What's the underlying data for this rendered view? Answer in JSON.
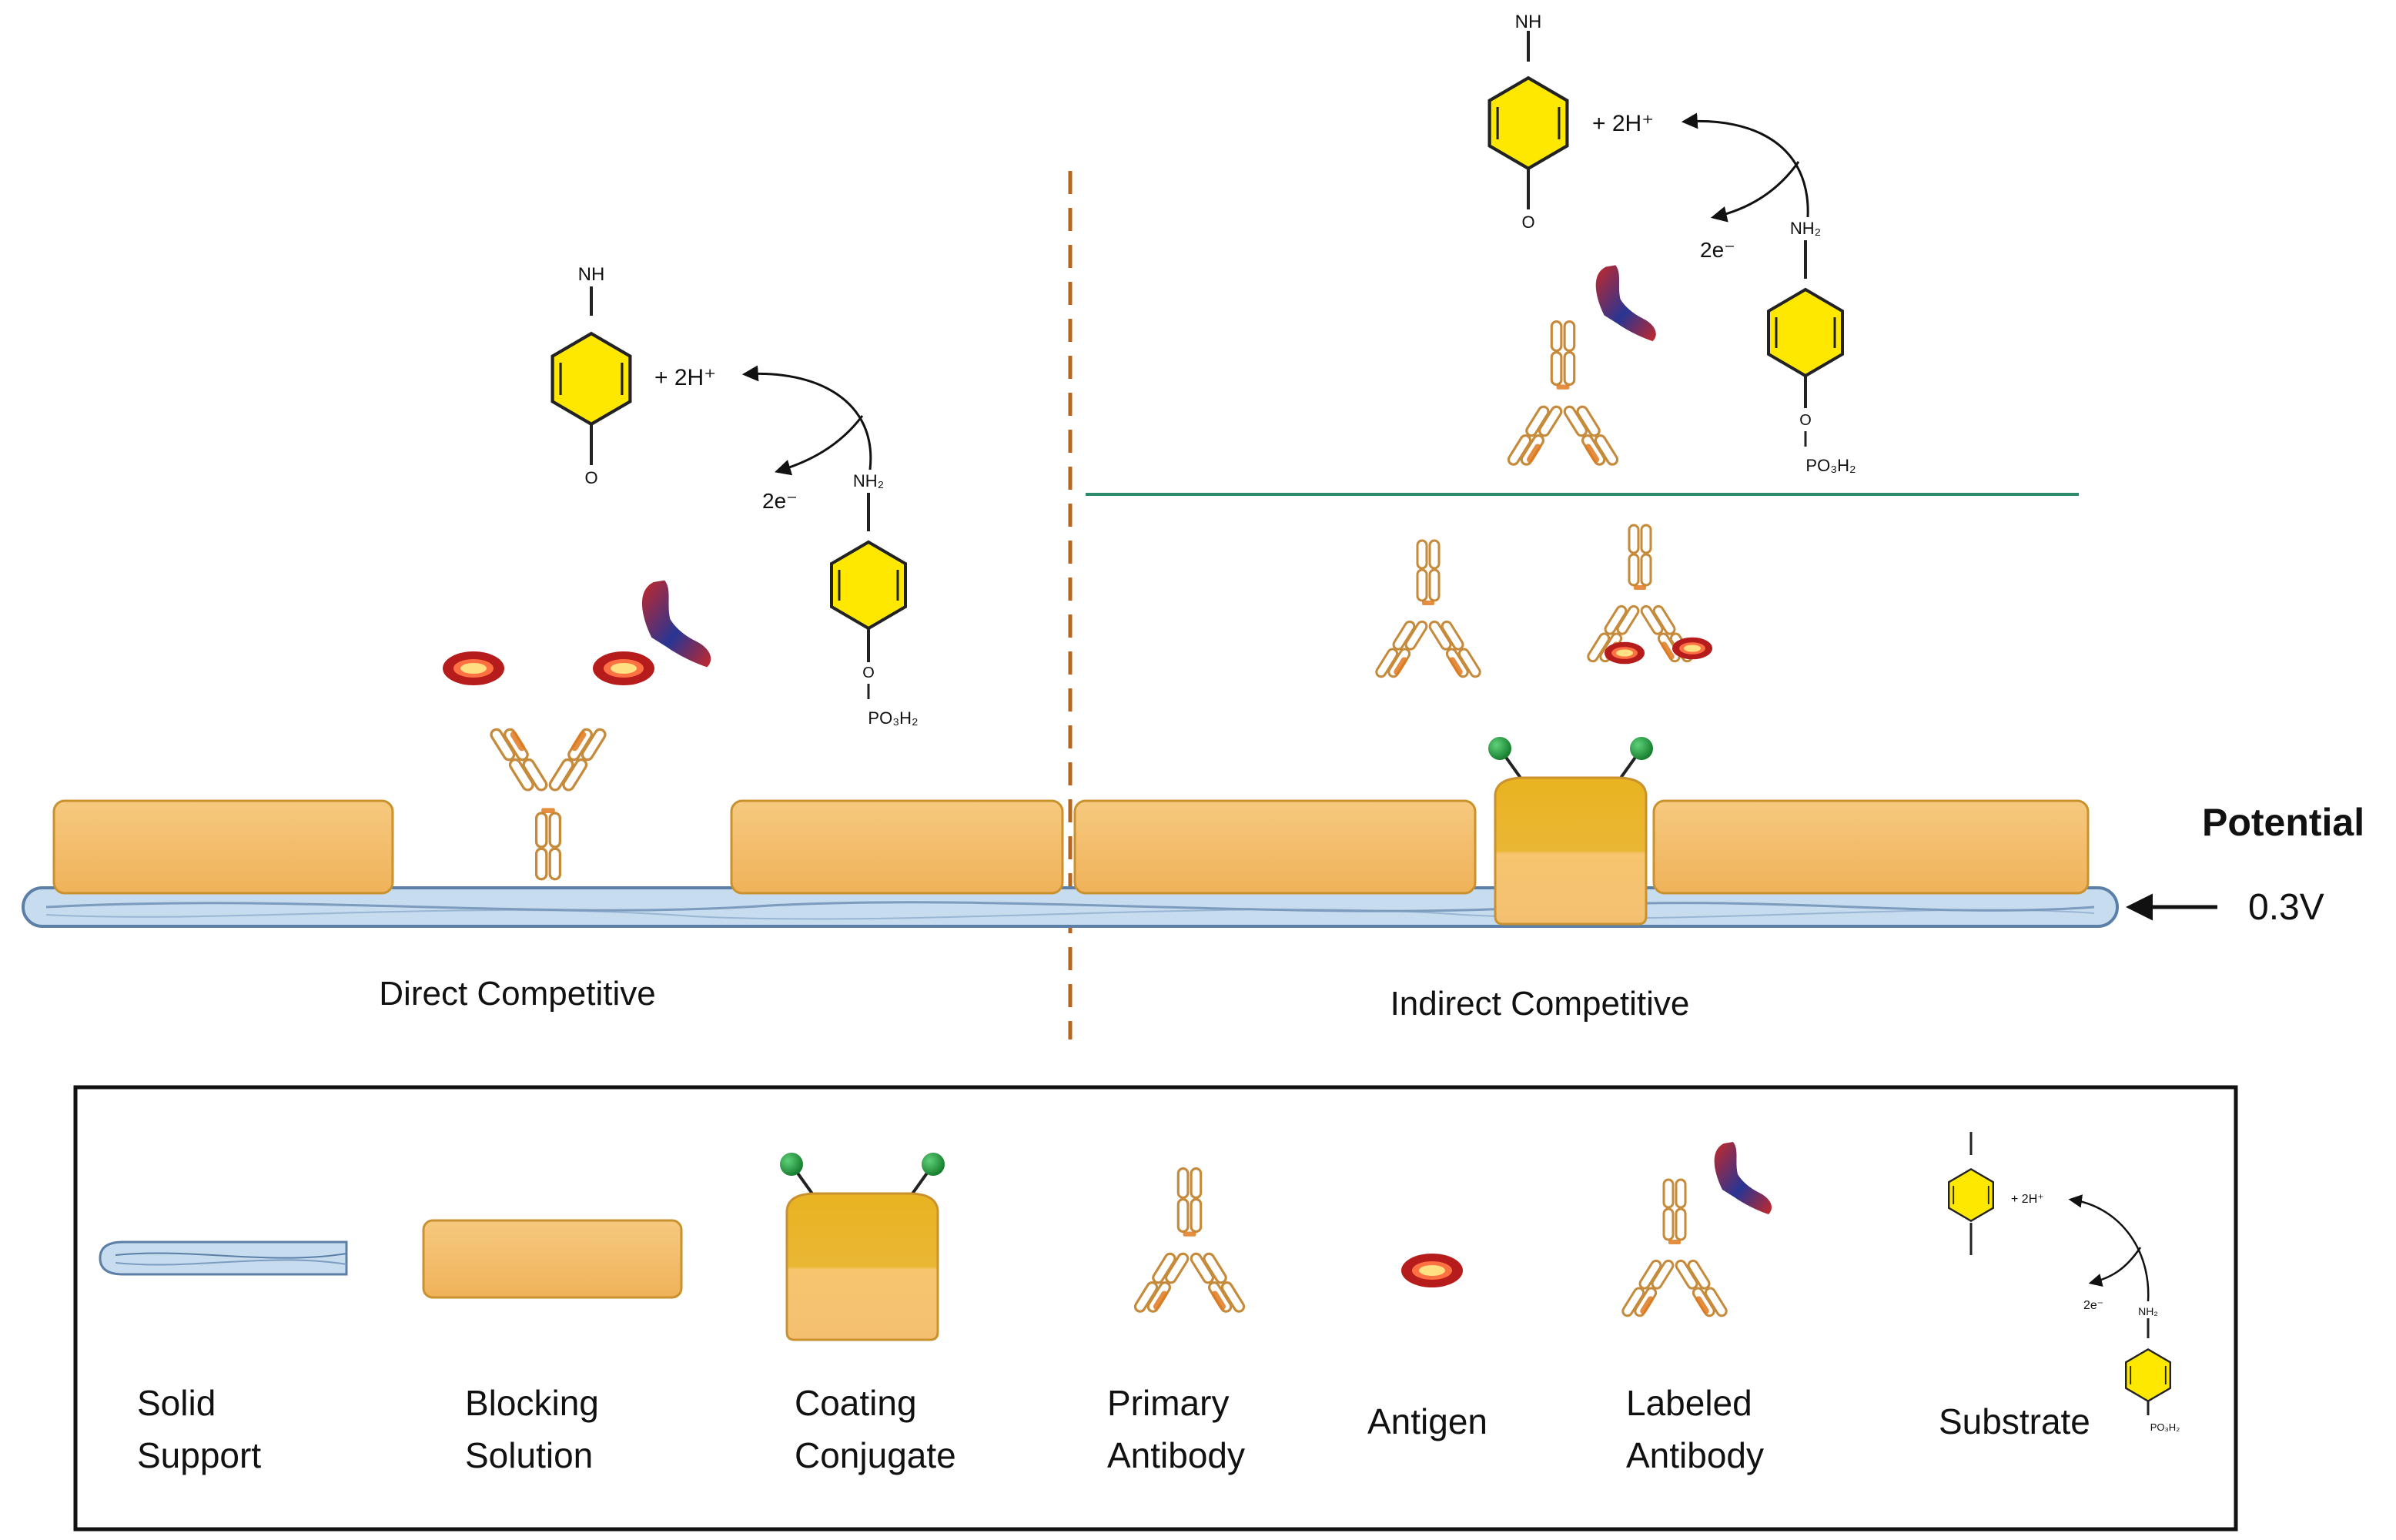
{
  "panels": {
    "left_caption": "Direct Competitive",
    "right_caption": "Indirect Competitive"
  },
  "electrode": {
    "potential_label": "Potential",
    "potential_value": "0.3V"
  },
  "reaction": {
    "product_top_group": "NH",
    "product_bottom_group": "O",
    "protons": "+ 2H⁺",
    "electrons": "2e⁻",
    "substrate_top_group": "NH₂",
    "substrate_link": "O",
    "substrate_bottom_group": "PO₃H₂"
  },
  "legend": {
    "items": [
      {
        "line1": "Solid",
        "line2": "Support",
        "icon": "solid-support-icon"
      },
      {
        "line1": "Blocking",
        "line2": "Solution",
        "icon": "blocking-solution-icon"
      },
      {
        "line1": "Coating",
        "line2": "Conjugate",
        "icon": "coating-conjugate-icon"
      },
      {
        "line1": "Primary",
        "line2": "Antibody",
        "icon": "primary-antibody-icon"
      },
      {
        "line1": "Antigen",
        "line2": "",
        "icon": "antigen-icon"
      },
      {
        "line1": "Labeled",
        "line2": "Antibody",
        "icon": "labeled-antibody-icon"
      },
      {
        "line1": "Substrate",
        "line2": "",
        "icon": "substrate-icon"
      }
    ]
  },
  "colors": {
    "block_fill": "#f3bf6f",
    "block_edge": "#c9922e",
    "support_fill": "#c8dcf0",
    "support_edge": "#5b7fa6",
    "ring_fill": "#ffe800",
    "antigen_outer": "#b71c1c",
    "antigen_inner": "#ffd54f",
    "label_red": "#c62828",
    "label_blue": "#283593",
    "green_ball": "#1f9a3a",
    "divider": "#b5651d",
    "teal_line": "#2e8b6a"
  }
}
